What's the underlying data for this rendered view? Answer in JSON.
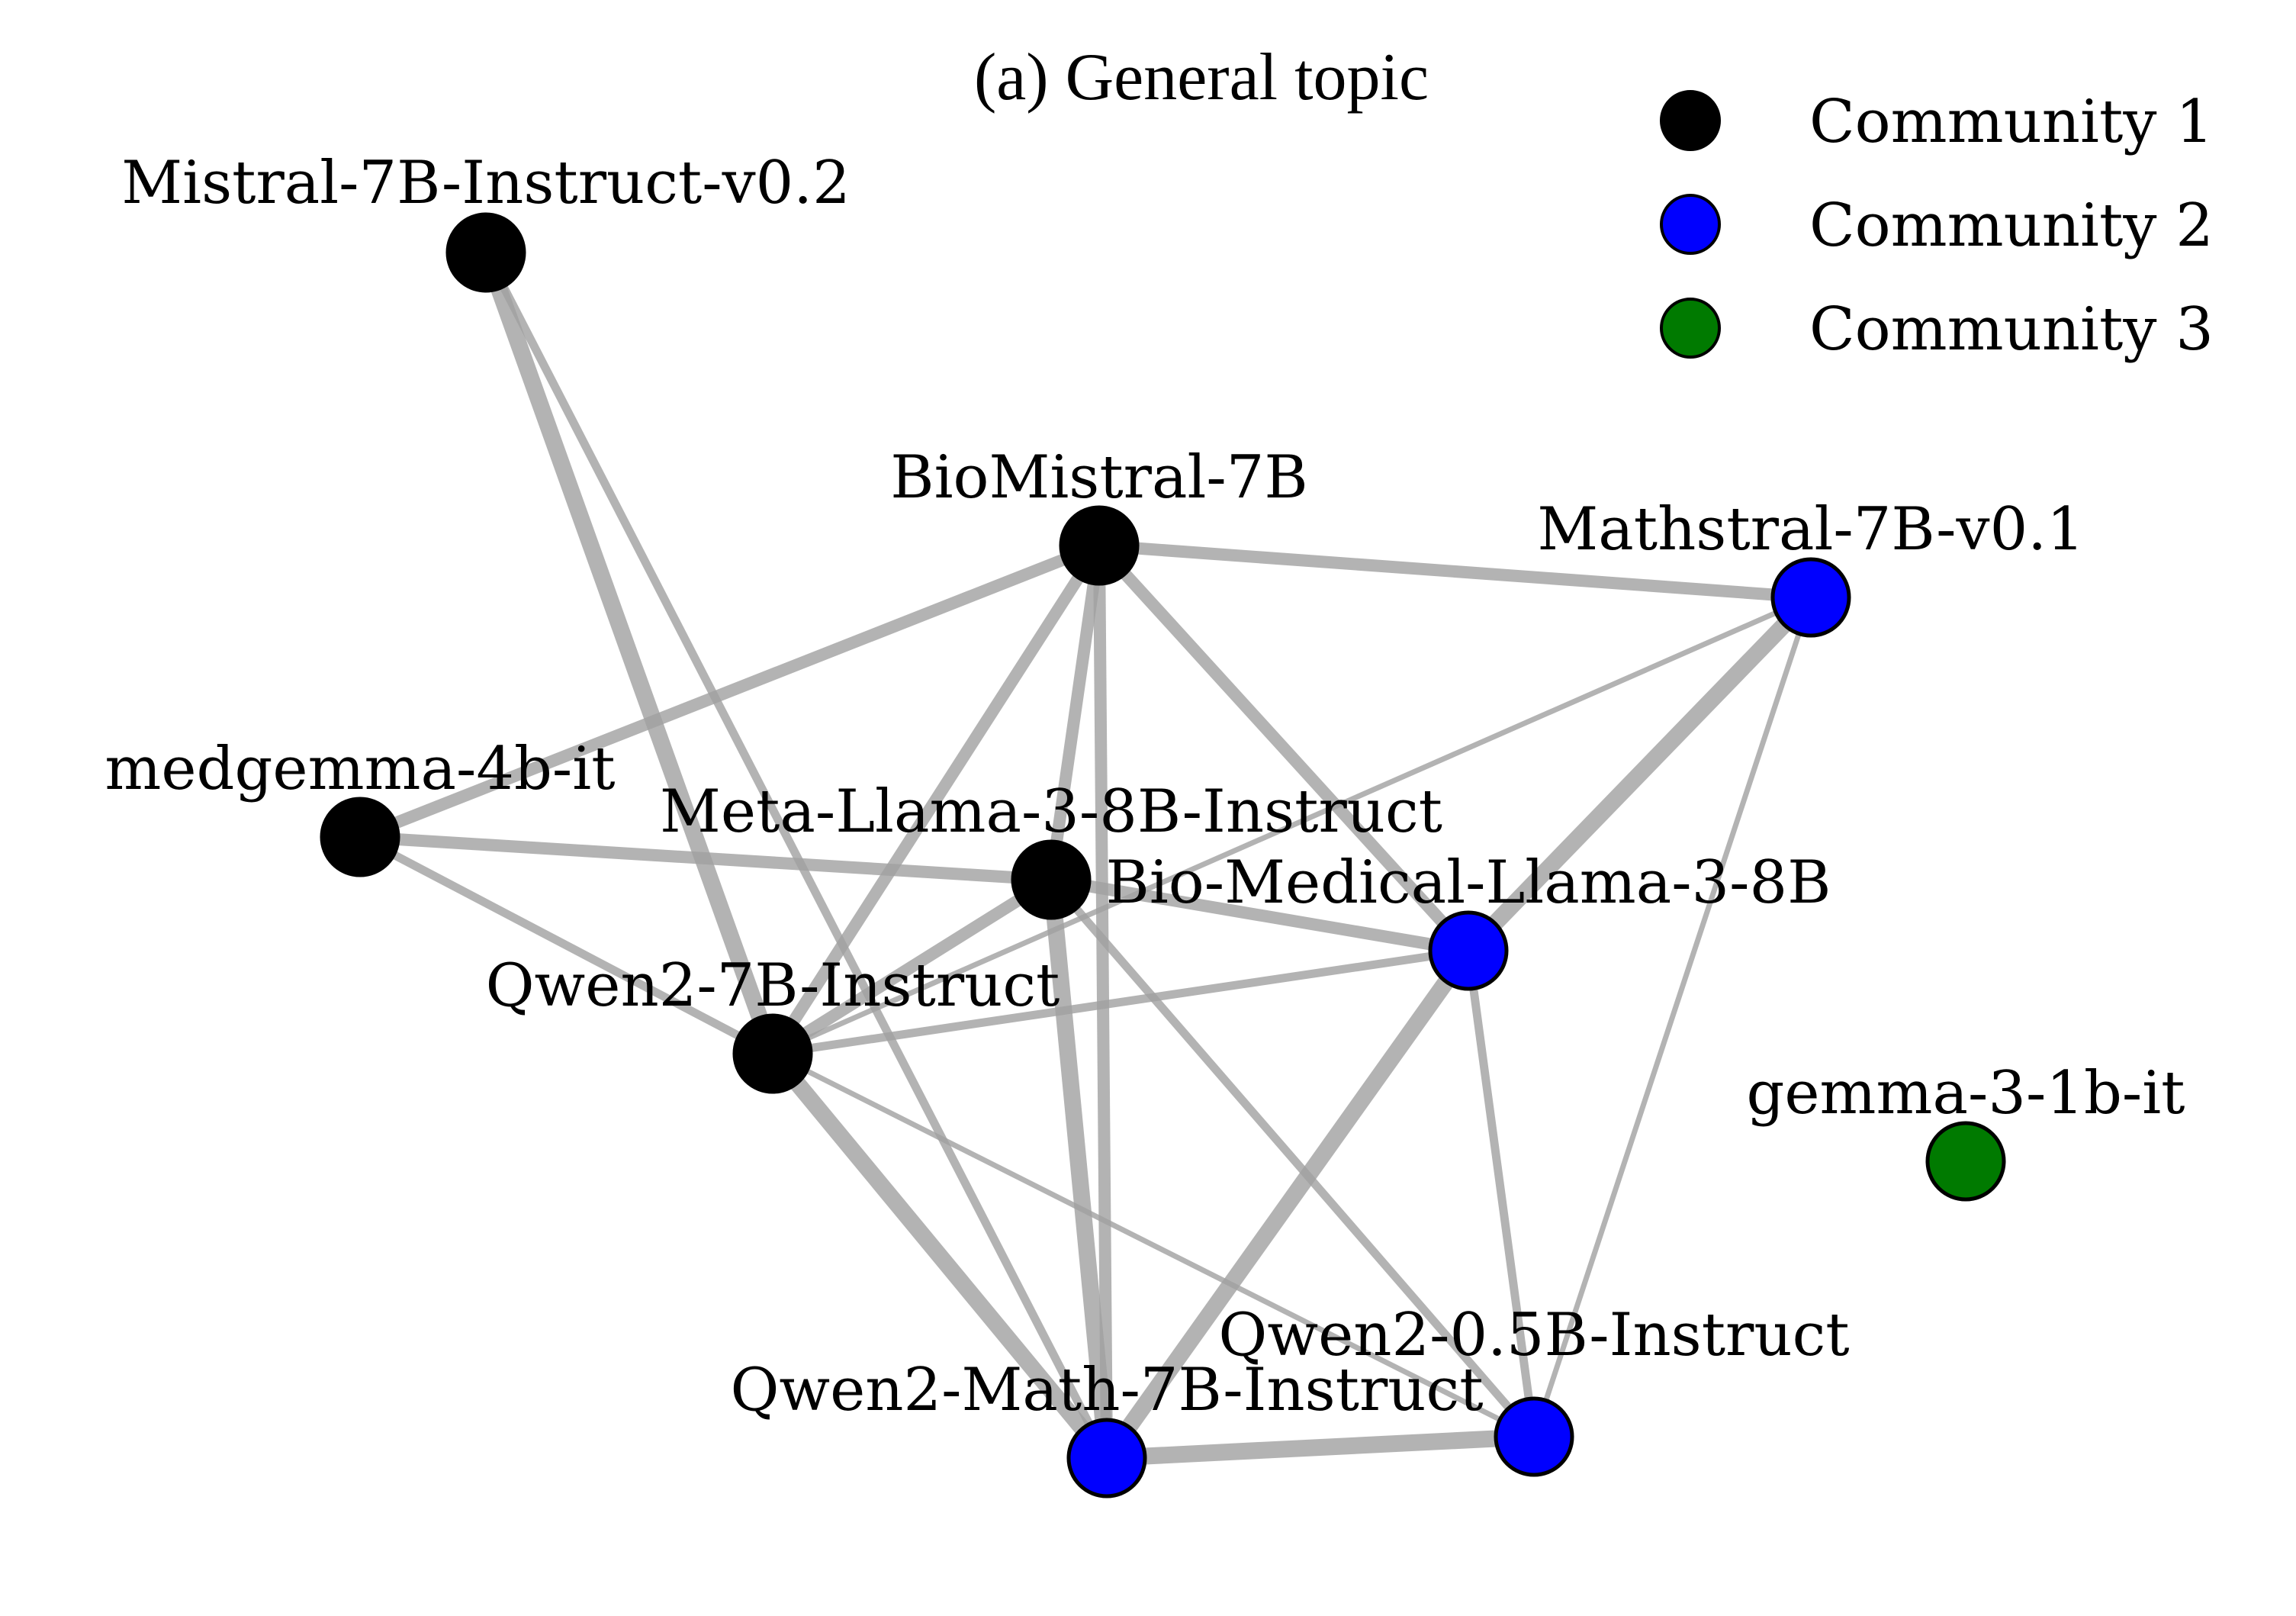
{
  "title": "(a) General topic",
  "legend": [
    {
      "label": "Community 1",
      "color": "#000000"
    },
    {
      "label": "Community 2",
      "color": "#0000ff"
    },
    {
      "label": "Community 3",
      "color": "#007a00"
    }
  ],
  "edge_color": "#a0a0a0",
  "nodes": [
    {
      "id": "mistral",
      "label": "Mistral-7B-Instruct-v0.2",
      "community": 1
    },
    {
      "id": "biomistral",
      "label": "BioMistral-7B",
      "community": 1
    },
    {
      "id": "mathstral",
      "label": "Mathstral-7B-v0.1",
      "community": 2
    },
    {
      "id": "medgemma",
      "label": "medgemma-4b-it",
      "community": 1
    },
    {
      "id": "llama3",
      "label": "Meta-Llama-3-8B-Instruct",
      "community": 1
    },
    {
      "id": "biomedllama",
      "label": "Bio-Medical-Llama-3-8B",
      "community": 2
    },
    {
      "id": "qwen7b",
      "label": "Qwen2-7B-Instruct",
      "community": 1
    },
    {
      "id": "gemma1b",
      "label": "gemma-3-1b-it",
      "community": 3
    },
    {
      "id": "qwen05b",
      "label": "Qwen2-0.5B-Instruct",
      "community": 2
    },
    {
      "id": "qwenmath",
      "label": "Qwen2-Math-7B-Instruct",
      "community": 2
    }
  ],
  "edges": [
    {
      "source": "mistral",
      "target": "qwen7b",
      "weight": 4
    },
    {
      "source": "mistral",
      "target": "qwenmath",
      "weight": 2
    },
    {
      "source": "biomistral",
      "target": "medgemma",
      "weight": 3
    },
    {
      "source": "biomistral",
      "target": "mathstral",
      "weight": 3
    },
    {
      "source": "biomistral",
      "target": "qwen7b",
      "weight": 3
    },
    {
      "source": "biomistral",
      "target": "biomedllama",
      "weight": 3
    },
    {
      "source": "biomistral",
      "target": "qwenmath",
      "weight": 3
    },
    {
      "source": "biomistral",
      "target": "llama3",
      "weight": 3
    },
    {
      "source": "medgemma",
      "target": "llama3",
      "weight": 3
    },
    {
      "source": "medgemma",
      "target": "qwen7b",
      "weight": 2
    },
    {
      "source": "llama3",
      "target": "qwen7b",
      "weight": 3
    },
    {
      "source": "llama3",
      "target": "biomedllama",
      "weight": 3
    },
    {
      "source": "llama3",
      "target": "qwenmath",
      "weight": 4
    },
    {
      "source": "llama3",
      "target": "qwen05b",
      "weight": 2
    },
    {
      "source": "mathstral",
      "target": "biomedllama",
      "weight": 4
    },
    {
      "source": "mathstral",
      "target": "qwen7b",
      "weight": 1
    },
    {
      "source": "mathstral",
      "target": "qwen05b",
      "weight": 1
    },
    {
      "source": "biomedllama",
      "target": "qwen7b",
      "weight": 2
    },
    {
      "source": "biomedllama",
      "target": "qwenmath",
      "weight": 4
    },
    {
      "source": "biomedllama",
      "target": "qwen05b",
      "weight": 2
    },
    {
      "source": "qwen7b",
      "target": "qwenmath",
      "weight": 4
    },
    {
      "source": "qwen7b",
      "target": "qwen05b",
      "weight": 1
    },
    {
      "source": "qwenmath",
      "target": "qwen05b",
      "weight": 4
    }
  ]
}
